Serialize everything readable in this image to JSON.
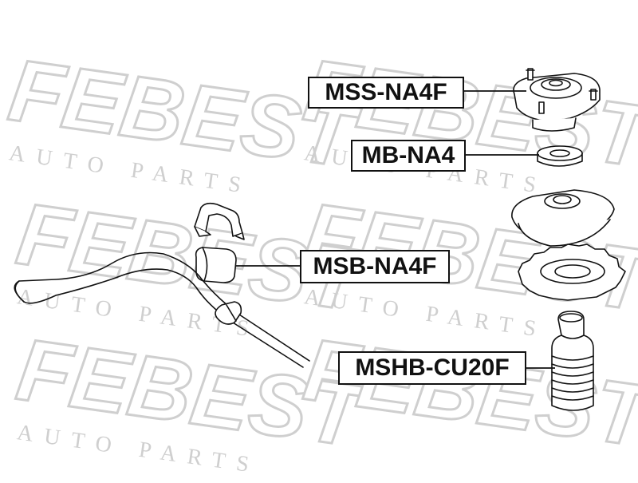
{
  "watermark": {
    "brand": "FEBEST",
    "tagline": "AUTO PARTS"
  },
  "parts": [
    {
      "id": "mount",
      "code": "MSS-NA4F"
    },
    {
      "id": "bearing",
      "code": "MB-NA4"
    },
    {
      "id": "stab-bushing",
      "code": "MSB-NA4F"
    },
    {
      "id": "boot",
      "code": "MSHB-CU20F"
    }
  ],
  "colors": {
    "line": "#111111",
    "watermark": "#c8c8c8",
    "background": "#ffffff"
  }
}
